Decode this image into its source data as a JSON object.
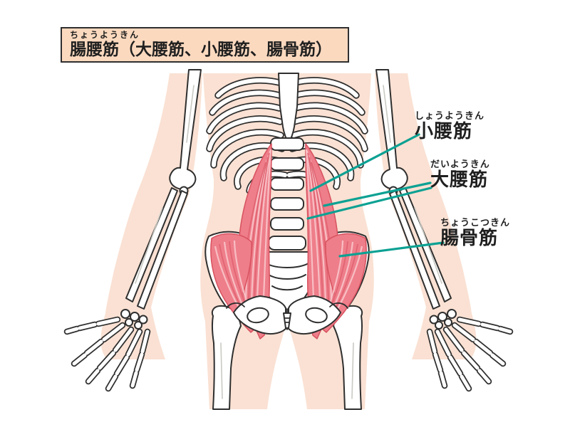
{
  "figure": {
    "title": {
      "furigana": "ちょうようきん",
      "text": "腸腰筋（大腰筋、小腰筋、腸骨筋）"
    },
    "labels": [
      {
        "id": "psoas-minor",
        "furigana": "しょうようきん",
        "text": "小腰筋"
      },
      {
        "id": "psoas-major",
        "furigana": "だいようきん",
        "text": "大腰筋"
      },
      {
        "id": "iliacus",
        "furigana": "ちょうこつきん",
        "text": "腸骨筋"
      }
    ]
  },
  "colors": {
    "bg": "#ffffff",
    "skin": "#fae1d3",
    "title-box-bg": "#fbd9bf",
    "outline": "#2f2f2f",
    "bone": "#ffffff",
    "bone-shade": "#c9c9c4",
    "muscle": "#ee7e8a",
    "muscle-light": "#f8c2c6",
    "muscle-dark": "#df5f6e",
    "muscle-edge": "#d8525f",
    "leader": "#0ca193",
    "text": "#1f1f1f"
  }
}
